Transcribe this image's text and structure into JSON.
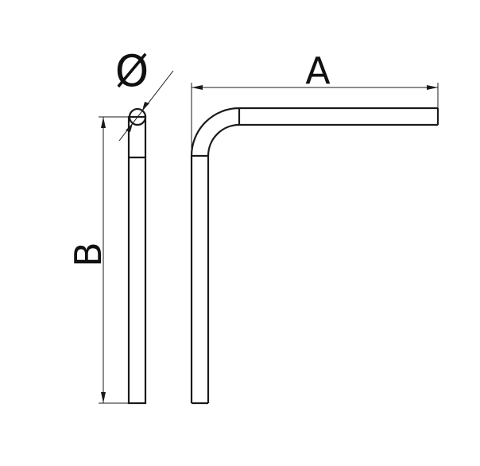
{
  "labels": {
    "diameter": "Ø",
    "length_a": "A",
    "length_b": "B"
  },
  "colors": {
    "line": "#1a1a1a",
    "background": "#ffffff"
  }
}
